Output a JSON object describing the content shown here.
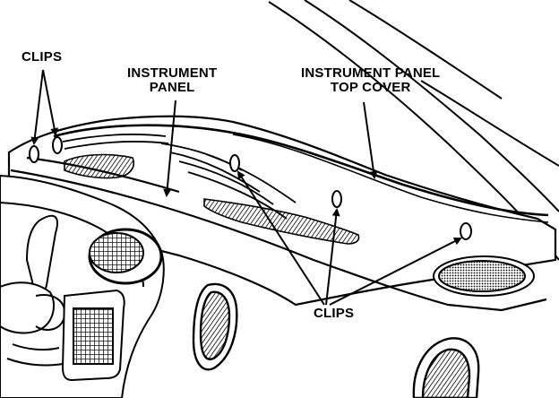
{
  "labels": {
    "clips_left": "CLIPS",
    "instrument_panel_line1": "INSTRUMENT",
    "instrument_panel_line2": "PANEL",
    "top_cover_line1": "INSTRUMENT PANEL",
    "top_cover_line2": "TOP COVER",
    "clips_bottom": "CLIPS"
  },
  "colors": {
    "ink": "#000000",
    "paper": "#ffffff"
  }
}
